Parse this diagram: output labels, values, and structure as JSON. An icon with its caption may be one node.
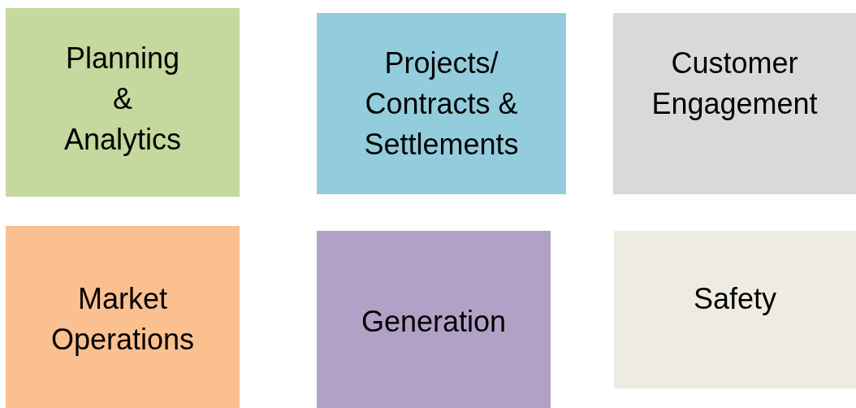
{
  "diagram": {
    "nodes": [
      {
        "text": [
          "Planning & Analytics"
        ]
      },
      {
        "text": [
          "Projects/ Contracts & Settlements"
        ]
      },
      {
        "text": [
          "Customer Engagement"
        ]
      },
      {
        "text": [
          "Market Operations"
        ]
      },
      {
        "text": [
          "Generation"
        ]
      },
      {
        "text": [
          "Safety"
        ]
      }
    ]
  }
}
